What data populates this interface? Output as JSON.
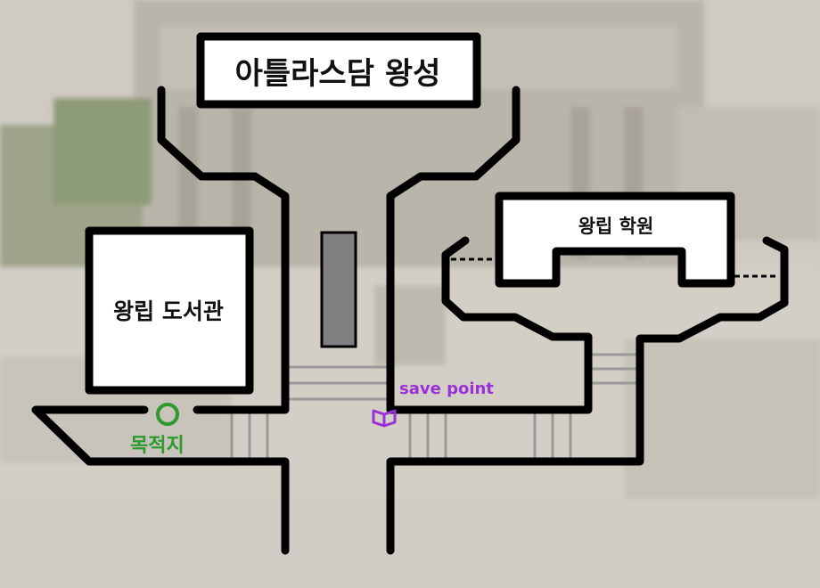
{
  "map": {
    "title": "아틀라스담 왕성",
    "buildings": {
      "library": "왕립 도서관",
      "academy": "왕립 학원"
    },
    "markers": {
      "destination": {
        "label": "목적지",
        "icon": "circle-icon",
        "color": "#2e9a2e"
      },
      "save_point": {
        "label": "save point",
        "icon": "open-book-icon",
        "color": "#9b30d9"
      }
    },
    "colors": {
      "wall": "#000000",
      "building_fill": "#ffffff",
      "pillar": "#808080",
      "stairs": "#999999",
      "background": "#cfcbc2"
    }
  }
}
